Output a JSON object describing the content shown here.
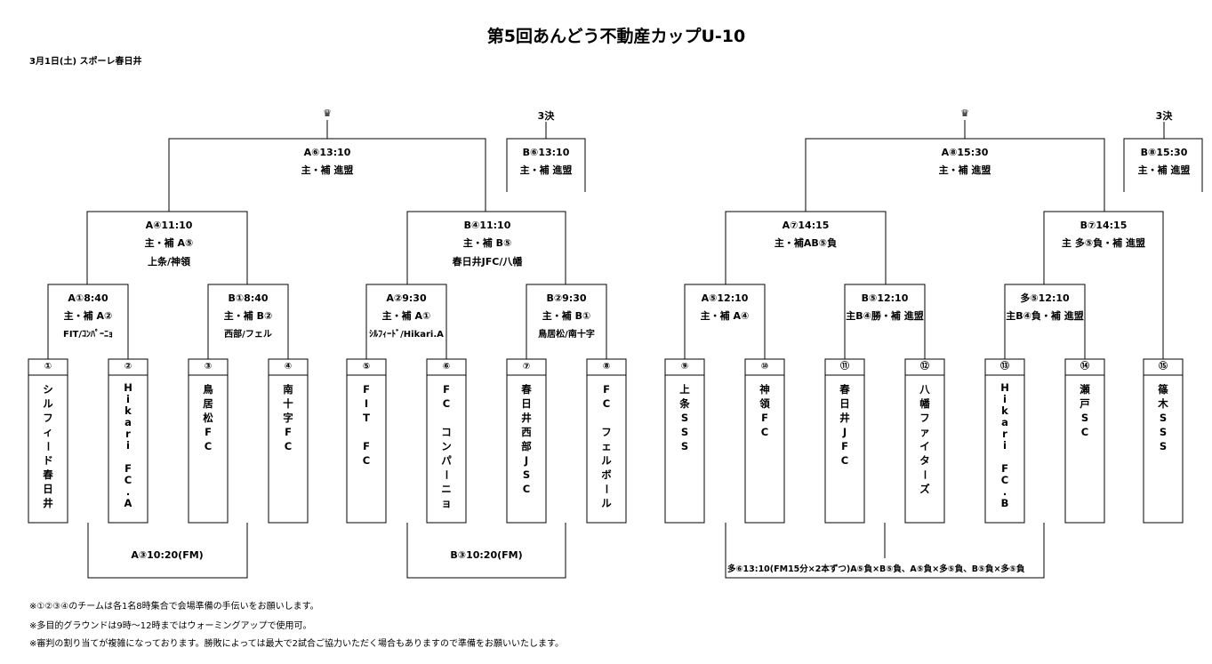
{
  "header": {
    "title": "第5回あんどう不動産カップU-10",
    "date_venue": "3月1日(土) スポーレ春日井"
  },
  "finals": {
    "left_crown": "♛",
    "left_third": "3決",
    "right_crown": "♛",
    "right_third": "3決"
  },
  "matches": {
    "A6": {
      "time": "A⑥13:10",
      "ref": "主・補 進盟"
    },
    "B6": {
      "time": "B⑥13:10",
      "ref": "主・補 進盟"
    },
    "A8": {
      "time": "A⑧15:30",
      "ref": "主・補 進盟"
    },
    "B8": {
      "time": "B⑧15:30",
      "ref": "主・補 進盟"
    },
    "A4": {
      "time": "A④11:10",
      "ref": "主・補 A⑤",
      "teams": "上条/神領"
    },
    "B4": {
      "time": "B④11:10",
      "ref": "主・補 B⑤",
      "teams": "春日井JFC/八幡"
    },
    "A7": {
      "time": "A⑦14:15",
      "ref": "主・補AB⑤負"
    },
    "B7": {
      "time": "B⑦14:15",
      "ref": "主 多⑤負・補 進盟"
    },
    "A1": {
      "time": "A①8:40",
      "ref": "主・補 A②",
      "teams": "FIT/ｺﾝﾊﾟｰﾆｮ"
    },
    "B1": {
      "time": "B①8:40",
      "ref": "主・補 B②",
      "teams": "西部/フェル"
    },
    "A2": {
      "time": "A②9:30",
      "ref": "主・補 A①",
      "teams": "ｼﾙﾌｨｰﾄﾞ/Hikari.A"
    },
    "B2": {
      "time": "B②9:30",
      "ref": "主・補 B①",
      "teams": "鳥居松/南十字"
    },
    "A5": {
      "time": "A⑤12:10",
      "ref": "主・補 A④"
    },
    "B5": {
      "time": "B⑤12:10",
      "ref": "主B④勝・補 進盟"
    },
    "M5": {
      "time": "多⑤12:10",
      "ref": "主B④負・補 進盟"
    }
  },
  "losers_matches": {
    "A3": "A③10:20(FM)",
    "B3": "B③10:20(FM)",
    "M6": "多⑥13:10(FM15分×2本ずつ)A⑤負×B⑤負、A⑤負×多⑤負、B⑤負×多⑤負"
  },
  "teams": [
    {
      "no": "①",
      "name": "シルフィード春日井"
    },
    {
      "no": "②",
      "name": "Hikari FC.A"
    },
    {
      "no": "③",
      "name": "鳥居松FC"
    },
    {
      "no": "④",
      "name": "南十字FC"
    },
    {
      "no": "⑤",
      "name": "FIT FC"
    },
    {
      "no": "⑥",
      "name": "FC コンパーニョ"
    },
    {
      "no": "⑦",
      "name": "春日井西部JSC"
    },
    {
      "no": "⑧",
      "name": "FC フェルボール"
    },
    {
      "no": "⑨",
      "name": "上条SSS"
    },
    {
      "no": "⑩",
      "name": "神領FC"
    },
    {
      "no": "⑪",
      "name": "春日井JFC"
    },
    {
      "no": "⑫",
      "name": "八幡ファイターズ"
    },
    {
      "no": "⑬",
      "name": "Hikari FC.B"
    },
    {
      "no": "⑭",
      "name": "瀬戸SC"
    },
    {
      "no": "⑮",
      "name": "篠木SSS"
    }
  ],
  "notes": [
    "※①②③④のチームは各1名8時集合で会場準備の手伝いをお願いします。",
    "※多目的グラウンドは9時～12時まではウォーミングアップで使用可。",
    "※審判の割り当てが複雑になっております。勝敗によっては最大で2試合ご協力いただく場合もありますので準備をお願いいたします。"
  ]
}
